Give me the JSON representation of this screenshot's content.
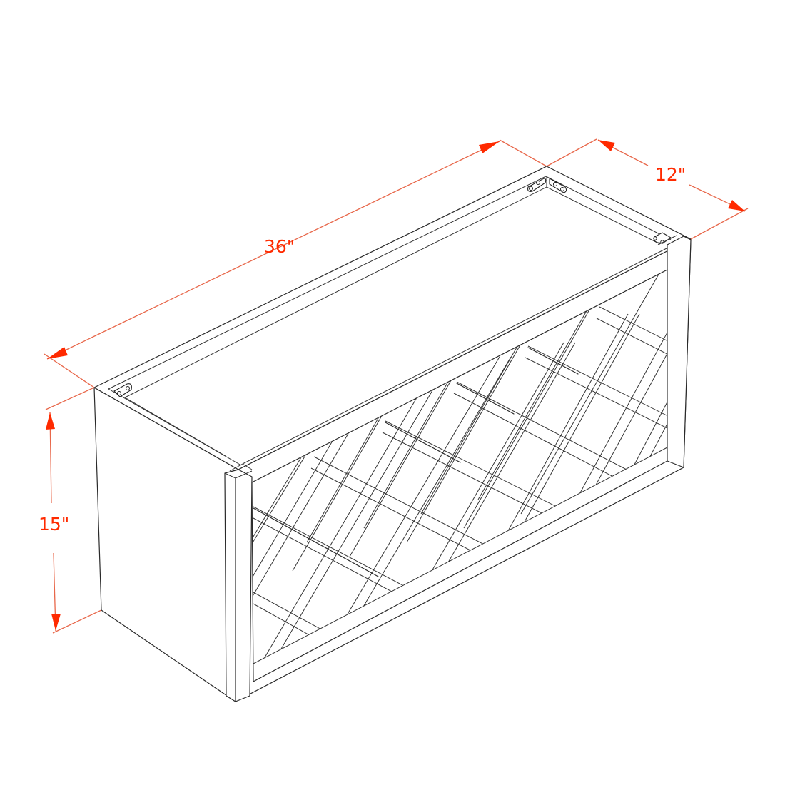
{
  "drawing": {
    "subject": "36 x 15 x 12 wall wine rack cabinet with diagonal lattice",
    "line_color": "#2a2a2a",
    "dimension_color": "#ff2a00",
    "dimension_line_color": "#e8674a"
  },
  "dimensions": {
    "width": {
      "label": "36\"",
      "value": 36,
      "unit": "in"
    },
    "depth": {
      "label": "12\"",
      "value": 12,
      "unit": "in"
    },
    "height": {
      "label": "15\"",
      "value": 15,
      "unit": "in"
    }
  }
}
